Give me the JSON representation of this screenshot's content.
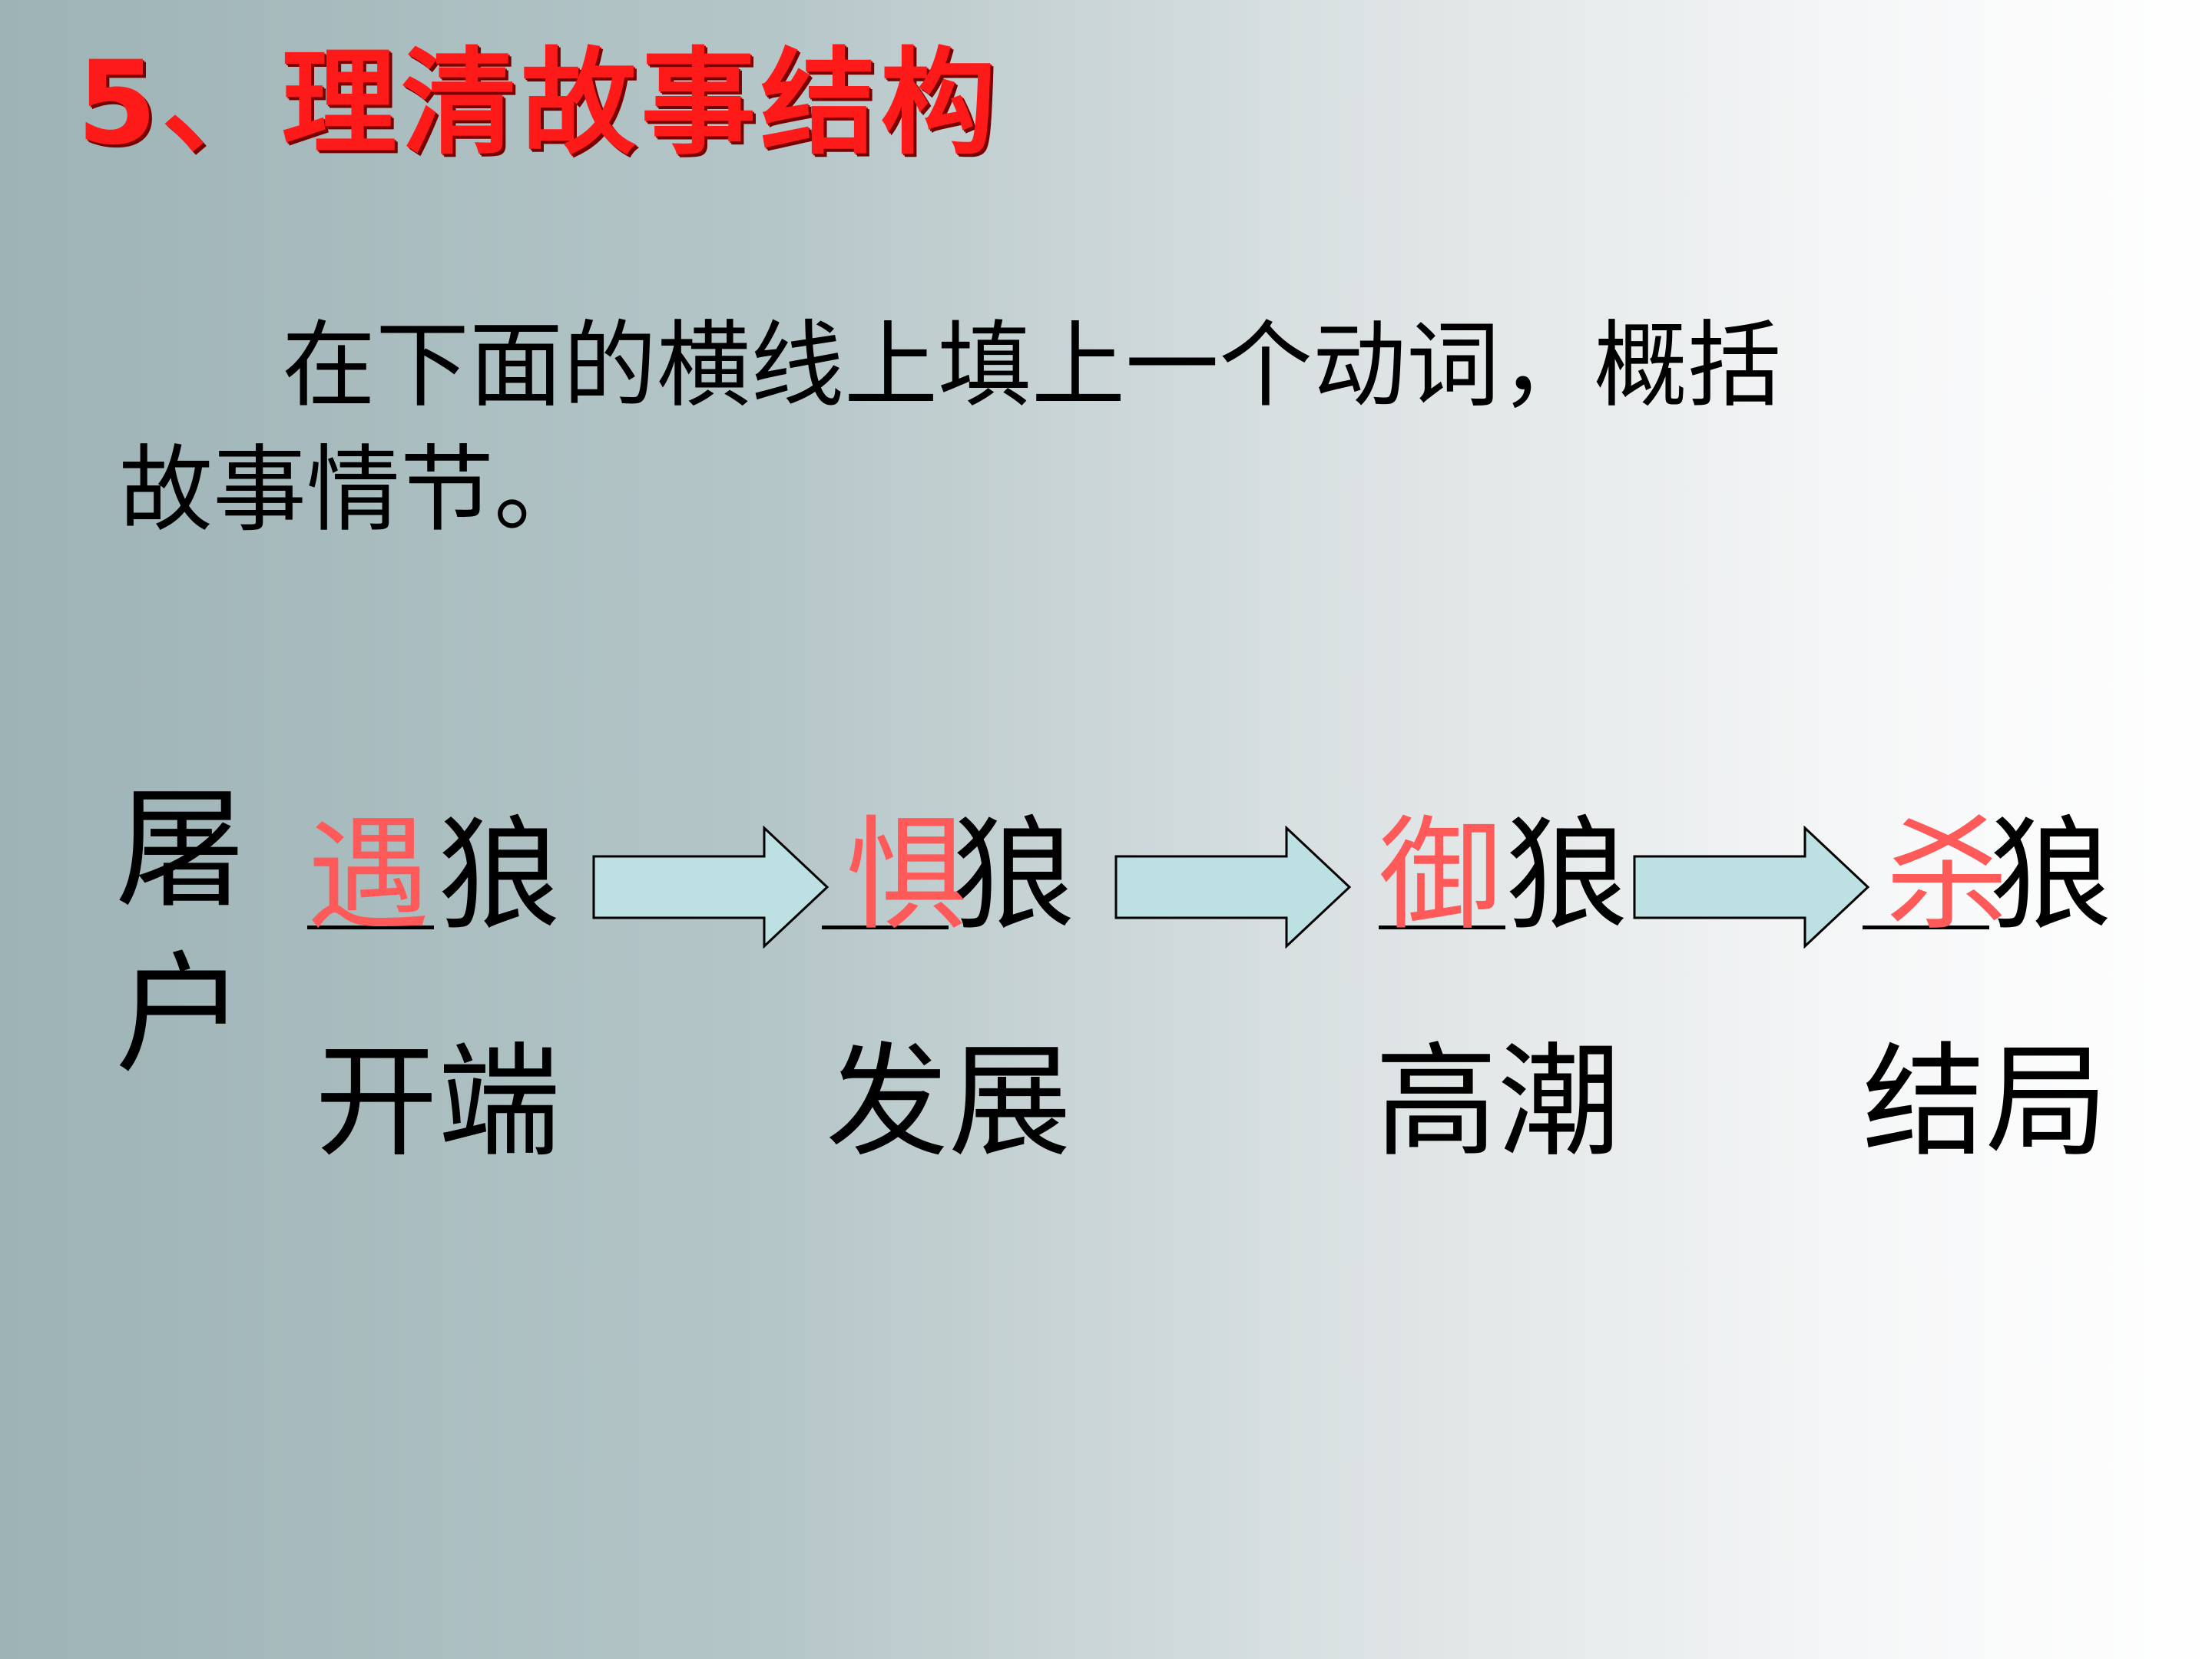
{
  "title": "5、理清故事结构",
  "instruction": {
    "line1": "在下面的横线上填上一个动词，概括",
    "line2": "故事情节。"
  },
  "subject": "屠户",
  "steps": [
    {
      "verb": "遇",
      "noun": "狼",
      "stage": "开端"
    },
    {
      "verb": "惧",
      "noun": "狼",
      "stage": "发展"
    },
    {
      "verb": "御",
      "noun": "狼",
      "stage": "高潮"
    },
    {
      "verb": "杀",
      "noun": "狼",
      "stage": "结局"
    }
  ],
  "colors": {
    "title": "#ff1a1a",
    "answer": "#ff5a5a",
    "arrow_fill": "#bde0e2",
    "text": "#000000"
  },
  "icons": [
    "right-arrow-icon"
  ]
}
